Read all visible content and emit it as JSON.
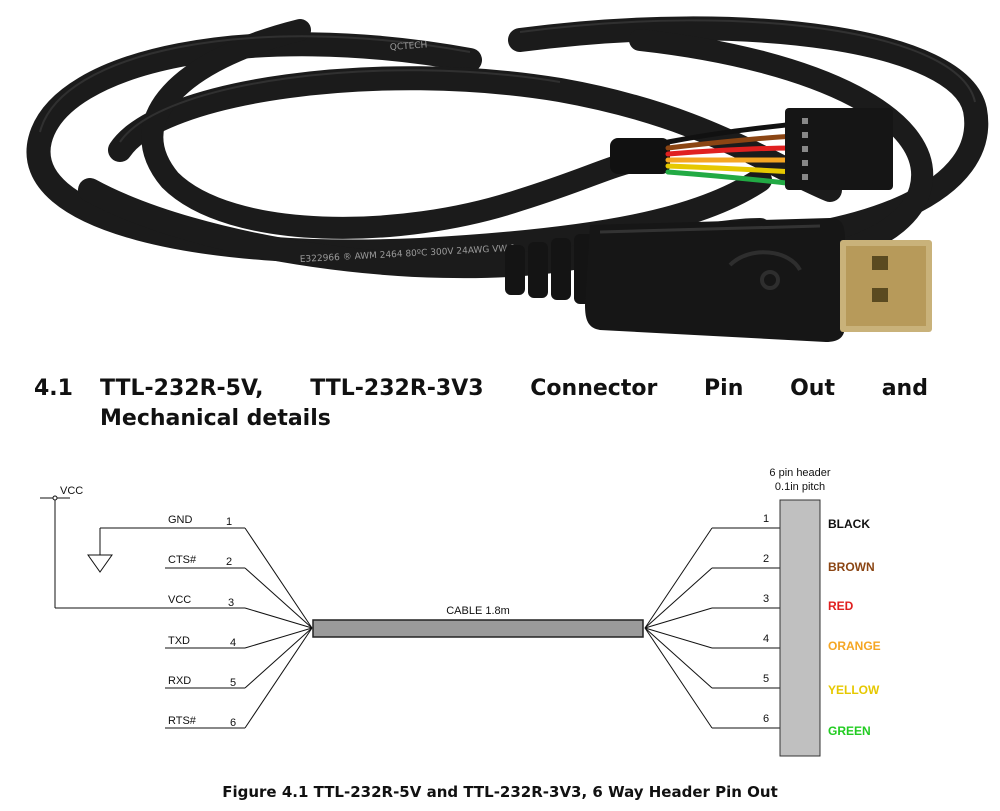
{
  "heading": {
    "number": "4.1",
    "words": [
      "TTL-232R-5V,",
      "TTL-232R-3V3",
      "Connector",
      "Pin",
      "Out",
      "and"
    ],
    "line2": "Mechanical details"
  },
  "diagram": {
    "vcc_label": "VCC",
    "header_label_1": "6 pin header",
    "header_label_2": "0.1in pitch",
    "cable_label": "CABLE 1.8m",
    "signals": [
      {
        "name": "GND",
        "pin": "1"
      },
      {
        "name": "CTS#",
        "pin": "2"
      },
      {
        "name": "VCC",
        "pin": "3"
      },
      {
        "name": "TXD",
        "pin": "4"
      },
      {
        "name": "RXD",
        "pin": "5"
      },
      {
        "name": "RTS#",
        "pin": "6"
      }
    ],
    "header_pins": [
      {
        "pin": "1",
        "color_name": "BLACK",
        "color": "#111111"
      },
      {
        "pin": "2",
        "color_name": "BROWN",
        "color": "#8b4513"
      },
      {
        "pin": "3",
        "color_name": "RED",
        "color": "#e02020"
      },
      {
        "pin": "4",
        "color_name": "ORANGE",
        "color": "#f5a623"
      },
      {
        "pin": "5",
        "color_name": "YELLOW",
        "color": "#e6c800"
      },
      {
        "pin": "6",
        "color_name": "GREEN",
        "color": "#22cc22"
      }
    ]
  },
  "photo": {
    "cable_print_1": "QCTECH",
    "cable_print_2": "E322966 ® AWM 2464 80ºC 300V 24AWG VW-1"
  },
  "caption": "Figure 4.1 TTL-232R-5V and TTL-232R-3V3, 6 Way Header Pin Out"
}
